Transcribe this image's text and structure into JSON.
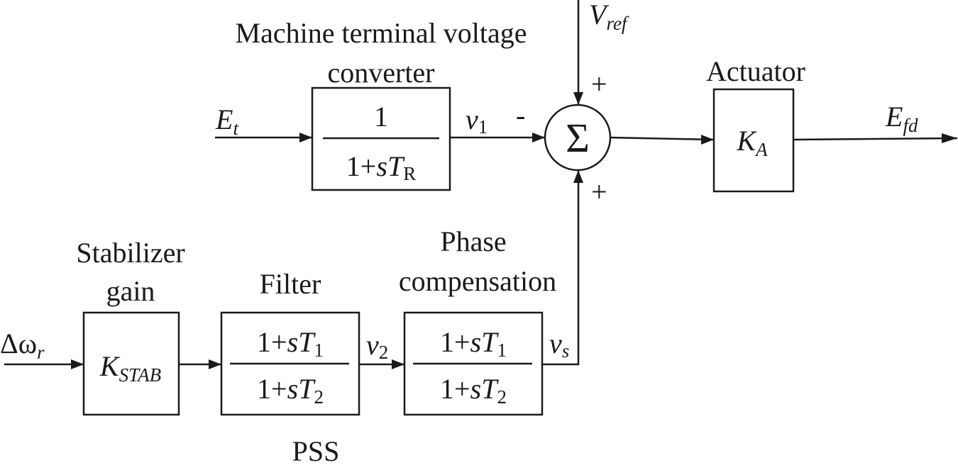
{
  "labels": {
    "converter_line1": "Machine terminal voltage",
    "converter_line2": "converter",
    "actuator": "Actuator",
    "stab_line1": "Stabilizer",
    "stab_line2": "gain",
    "filter": "Filter",
    "phase_line1": "Phase",
    "phase_line2": "compensation",
    "pss": "PSS"
  },
  "signals": {
    "et": {
      "main": "E",
      "sub": "t"
    },
    "vref": {
      "main": "V",
      "sub": "ref"
    },
    "efd": {
      "main": "E",
      "sub": "fd"
    },
    "dw": {
      "pre": "Δω",
      "sub": "r"
    },
    "v1": {
      "main": "v",
      "sub": "1"
    },
    "v2": {
      "main": "v",
      "sub": "2"
    },
    "vs": {
      "main": "v",
      "sub": "s"
    }
  },
  "signs": {
    "minus": "-",
    "plus_top": "+",
    "plus_bottom": "+"
  },
  "sum_symbol": "Σ",
  "blocks": {
    "converter": {
      "num": "1",
      "den_pre": "1+",
      "den_s": "s",
      "den_T": "T",
      "den_sub": "R"
    },
    "actuator": {
      "main": "K",
      "sub": "A"
    },
    "stab": {
      "main": "K",
      "sub": "STAB"
    },
    "filter": {
      "num_pre": "1+",
      "s": "s",
      "T": "T",
      "num_sub": "1",
      "den_pre": "1+",
      "den_sub": "2"
    },
    "phase": {
      "num_pre": "1+",
      "s": "s",
      "T": "T",
      "num_sub": "1",
      "den_pre": "1+",
      "den_sub": "2"
    }
  }
}
